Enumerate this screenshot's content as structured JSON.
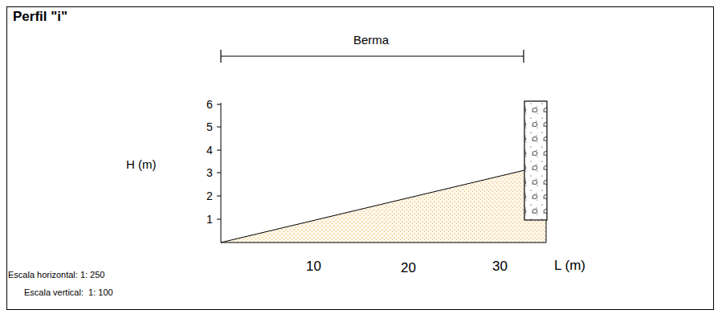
{
  "diagram": {
    "title": "Perfil \"i\"",
    "labels": [
      "Berma",
      "H (m)",
      "6",
      "5",
      "4",
      "3",
      "2",
      "1",
      "10",
      "20",
      "30",
      "L (m)",
      "Escala horizontal: 1: 250",
      "Escala vertical:  1: 100"
    ]
  }
}
